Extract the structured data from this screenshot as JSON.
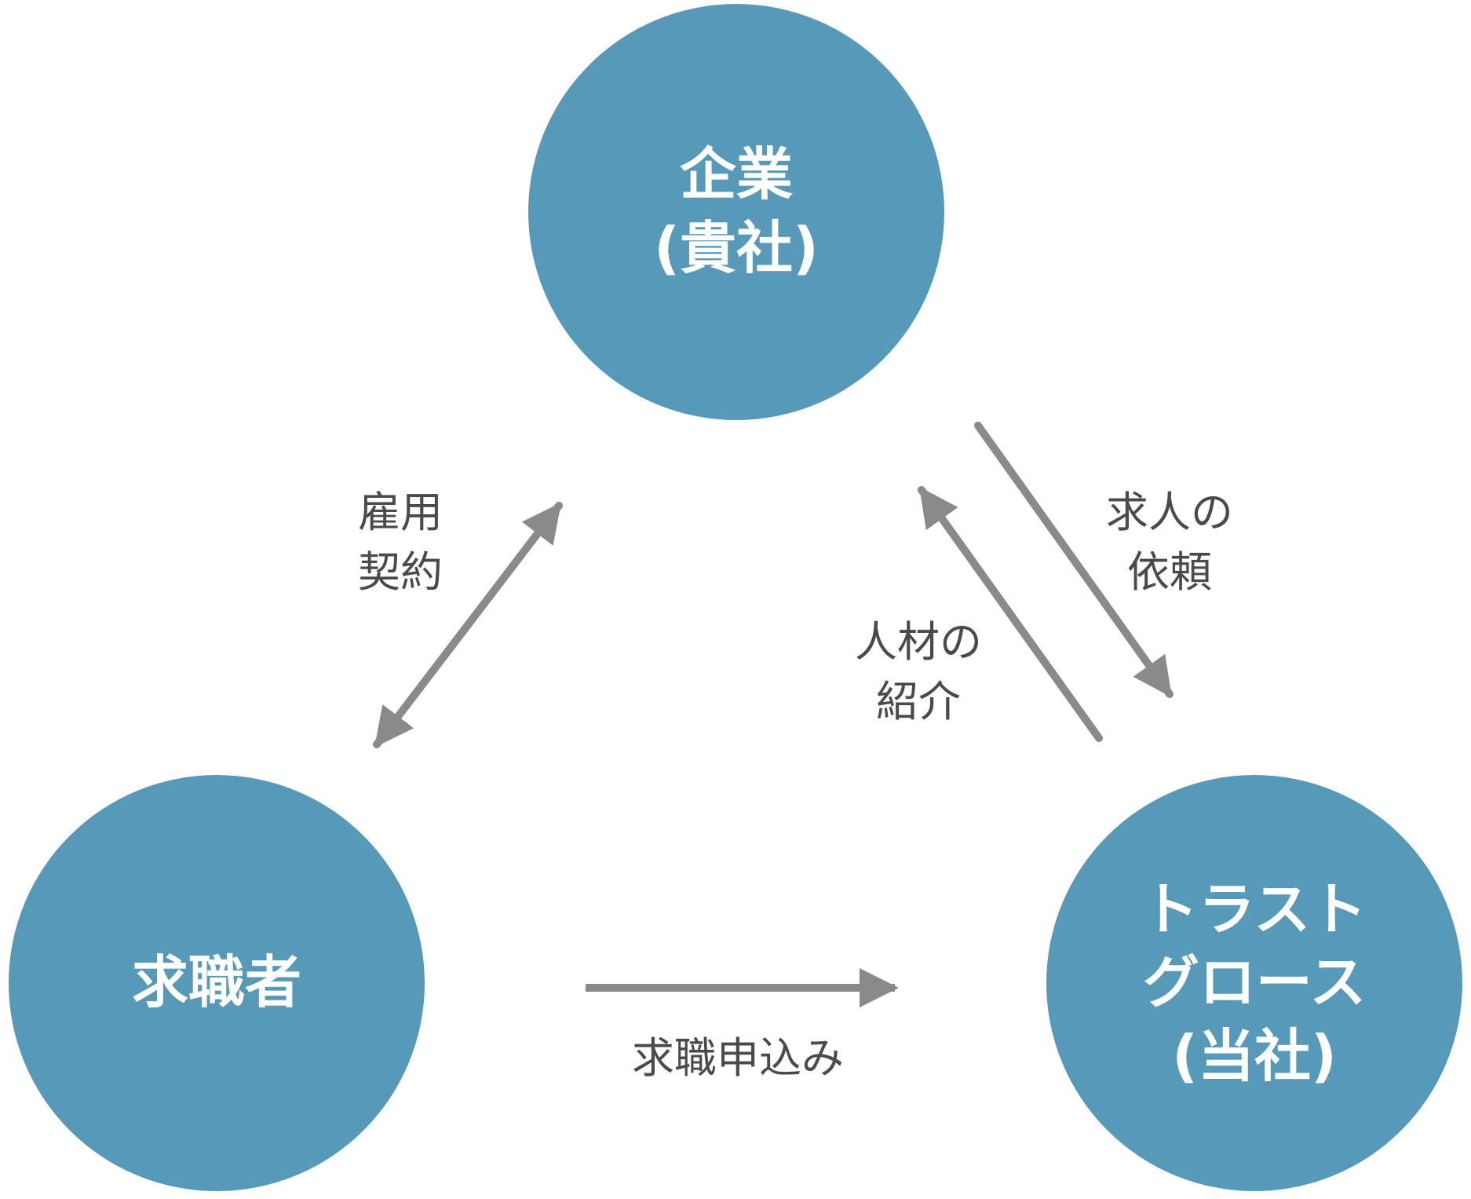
{
  "colors": {
    "node": "#5799b9",
    "arrow": "#8a8a8a",
    "node_text": "#ffffff",
    "edge_text": "#4a4a4a"
  },
  "nodes": {
    "company": {
      "line1": "企業",
      "line2": "(貴社)"
    },
    "seeker": {
      "line1": "求職者"
    },
    "trust": {
      "line1": "トラスト",
      "line2": "グロース",
      "line3": "(当社)"
    }
  },
  "edges": {
    "employment": {
      "line1": "雇用",
      "line2": "契約"
    },
    "job_request": {
      "line1": "求人の",
      "line2": "依頼"
    },
    "talent_intro": {
      "line1": "人材の",
      "line2": "紹介"
    },
    "job_application": {
      "line1": "求職申込み"
    }
  }
}
